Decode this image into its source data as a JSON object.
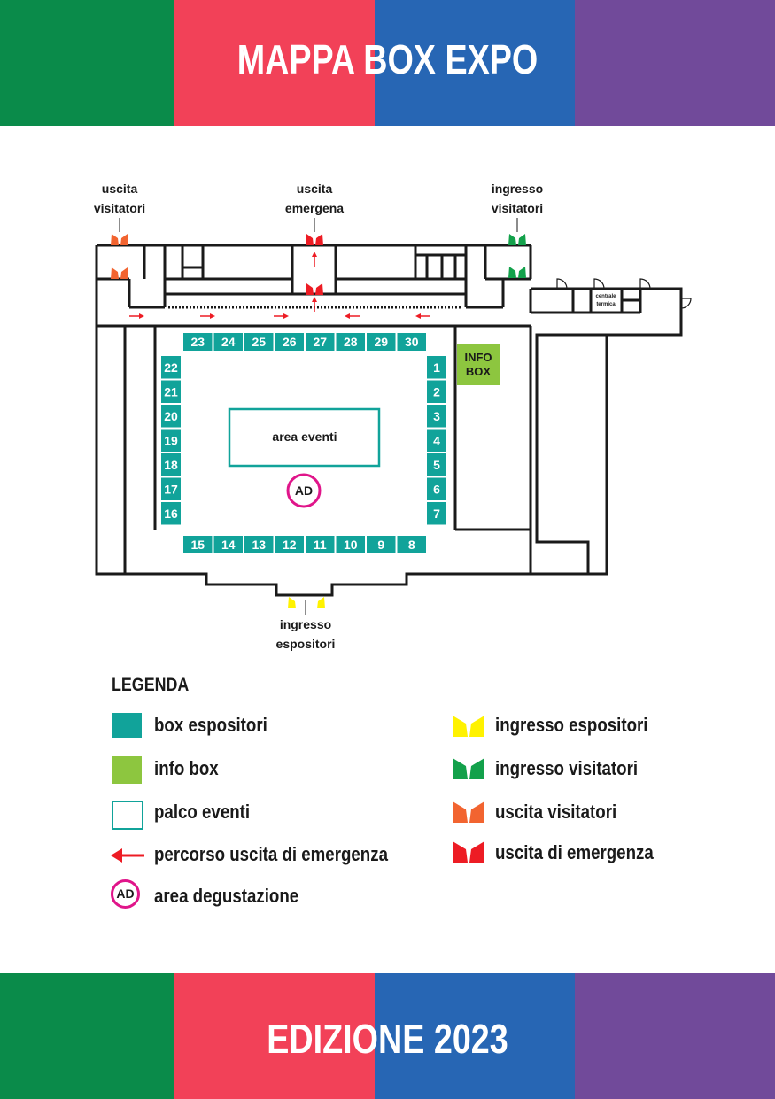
{
  "header": {
    "title": "MAPPA BOX EXPO"
  },
  "footer": {
    "title": "EDIZIONE 2023"
  },
  "colors": {
    "green": "#0a8b4a",
    "red": "#f24158",
    "blue": "#2766b4",
    "purple": "#714a9a",
    "teal": "#11a39a",
    "lime": "#8dc63f",
    "yellow": "#fff200",
    "orange": "#f26430",
    "entry_green": "#13a14b",
    "exit_red": "#ed1c24",
    "magenta": "#e0158a"
  },
  "map": {
    "door_labels": {
      "uscita_visitatori": [
        "uscita",
        "visitatori"
      ],
      "uscita_emergenza": [
        "uscita",
        "emergena"
      ],
      "ingresso_visitatori": [
        "ingresso",
        "visitatori"
      ],
      "ingresso_espositori": [
        "ingresso",
        "espositori"
      ]
    },
    "centrale_termica": [
      "centrale",
      "termica"
    ],
    "info_box": [
      "INFO",
      "BOX"
    ],
    "area_eventi": "area eventi",
    "area_degustazione_badge": "AD",
    "booths_top": [
      "23",
      "24",
      "25",
      "26",
      "27",
      "28",
      "29",
      "30"
    ],
    "booths_bottom": [
      "15",
      "14",
      "13",
      "12",
      "11",
      "10",
      "9",
      "8"
    ],
    "booths_left": [
      "22",
      "21",
      "20",
      "19",
      "18",
      "17",
      "16"
    ],
    "booths_right": [
      "1",
      "2",
      "3",
      "4",
      "5",
      "6",
      "7"
    ]
  },
  "legend": {
    "title": "LEGENDA",
    "items_left": [
      "box espositori",
      "info box",
      "palco eventi",
      "percorso uscita di emergenza",
      "area degustazione"
    ],
    "items_right": [
      "ingresso espositori",
      "ingresso visitatori",
      "uscita visitatori",
      "uscita di emergenza"
    ],
    "ad_badge": "AD"
  }
}
